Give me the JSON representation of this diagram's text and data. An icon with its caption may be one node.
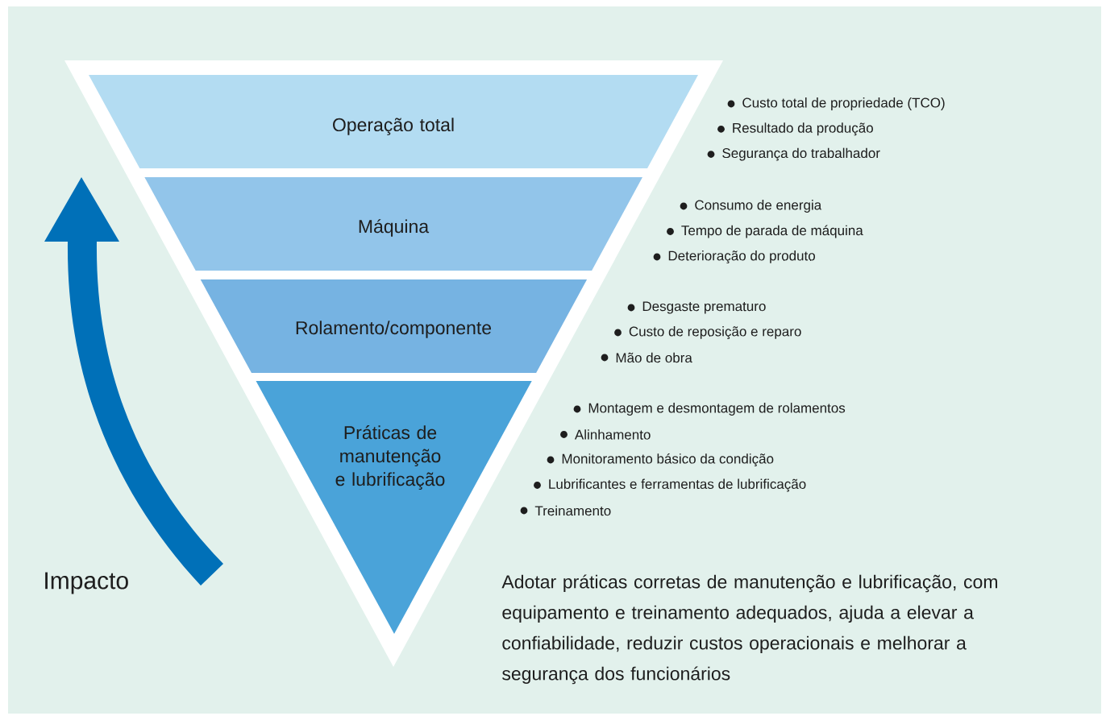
{
  "diagram": {
    "nodes": [
      {
        "text": [
          "Operação total"
        ],
        "beside": [
          "Custo total de propriedade (TCO)",
          "Resultado da produção",
          "Segurança do trabalhador"
        ]
      },
      {
        "text": [
          "Máquina"
        ],
        "beside": [
          "Consumo de energia",
          "Tempo de parada de máquina",
          "Deterioração do produto"
        ]
      },
      {
        "text": [
          "Rolamento/componente"
        ],
        "beside": [
          "Desgaste prematuro",
          "Custo de reposição e reparo",
          "Mão de obra"
        ]
      },
      {
        "text": [
          "Práticas de manutenção e lubrificação"
        ],
        "beside": [
          "Montagem e desmontagem de rolamentos",
          "Alinhamento",
          "Monitoramento básico da condição",
          "Lubrificantes e ferramentas de lubrificação",
          "Treinamento"
        ]
      }
    ],
    "labels": [
      "Impacto",
      "Adotar práticas corretas de manutenção e lubrificação, com equipamento e treinamento adequados, ajuda a elevar a confiabilidade, reduzir custos operacionais e melhorar a segurança dos funcionários"
    ]
  }
}
